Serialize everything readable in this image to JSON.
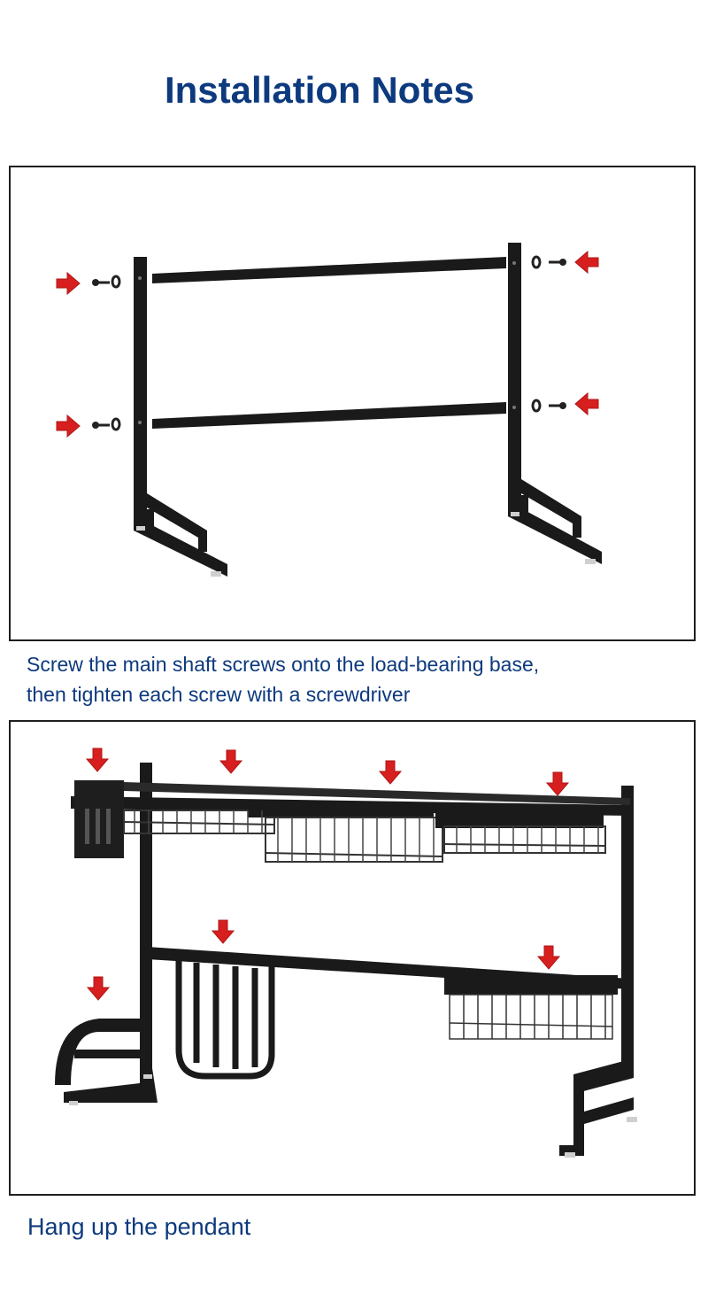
{
  "page": {
    "title": "Installation Notes"
  },
  "step1": {
    "caption_lines": [
      "Screw the main shaft screws onto the load-bearing base,",
      "then tighten each screw with a screwdriver"
    ]
  },
  "step2": {
    "caption": "Hang up the pendant"
  },
  "colors": {
    "title": "#0d3a7e",
    "caption": "#0d3a7e",
    "frame": "#1a1a1a",
    "arrow": "#d71f1f",
    "panel_border": "#1e1e1e"
  },
  "icons": [
    "red-arrow-icon",
    "screw-icon",
    "washer-icon"
  ]
}
